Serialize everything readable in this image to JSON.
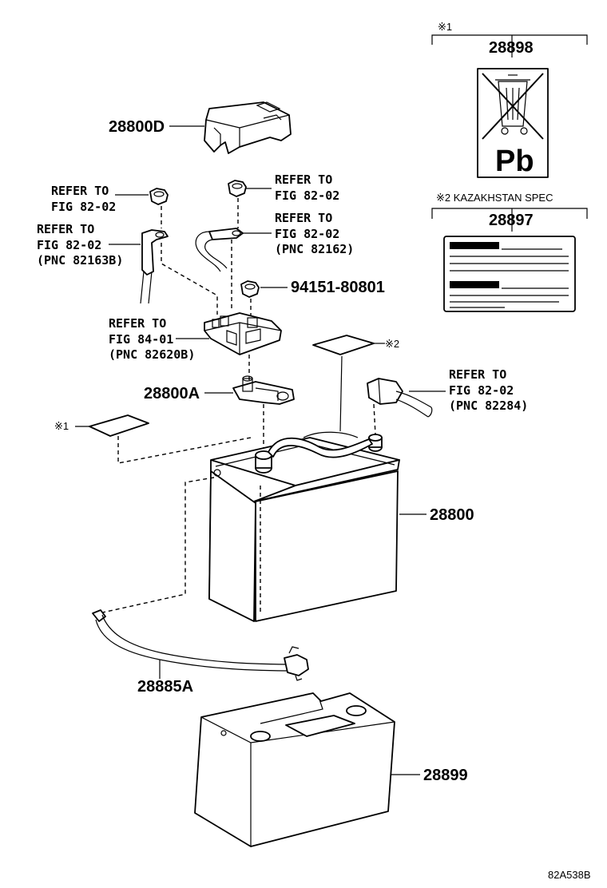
{
  "labels": {
    "cover": "28800D",
    "ref_nut_left": [
      "REFER TO",
      "FIG 82-02"
    ],
    "ref_clamp_left": [
      "REFER TO",
      "FIG 82-02",
      "(PNC 82163B)"
    ],
    "ref_nut_right": [
      "REFER TO",
      "FIG 82-02"
    ],
    "ref_cable": [
      "REFER TO",
      "FIG 82-02",
      "(PNC 82162)"
    ],
    "nut_part": "94151-80801",
    "ref_fuse": [
      "REFER TO",
      "FIG 84-01",
      "(PNC 82620B)"
    ],
    "terminal": "28800A",
    "ref_connector": [
      "REFER TO",
      "FIG 82-02",
      "(PNC 82284)"
    ],
    "battery": "28800",
    "hose": "28885A",
    "insulator": "28899",
    "note1_marker": "※1",
    "note2_marker": "※2",
    "label_part_1": "28898",
    "label_part_2": "28897",
    "note2_header": "※2  KAZAKHSTAN SPEC",
    "pb_mark": "Pb",
    "diagram_code": "82A538B"
  }
}
